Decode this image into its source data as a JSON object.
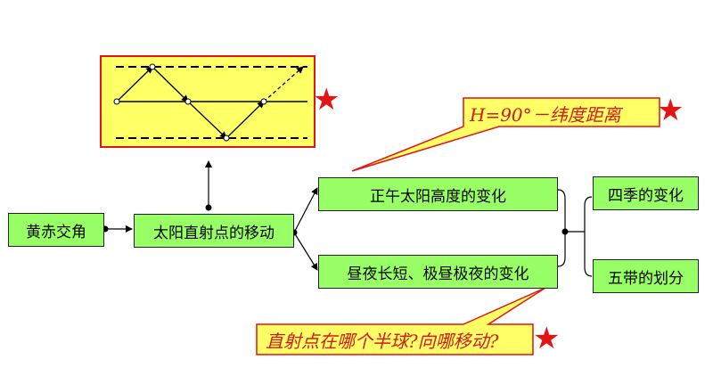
{
  "colors": {
    "box_fill": "#99ff66",
    "callout_fill": "#ffff66",
    "callout_border": "#e31414",
    "callout_text": "#d41818",
    "star": "#e31414"
  },
  "boxes": {
    "ecliptic": "黄赤交角",
    "subsolar": "太阳直射点的移动",
    "noon_altitude": "正午太阳高度的变化",
    "day_length": "昼夜长短、极昼极夜的变化",
    "seasons": "四季的变化",
    "zones": "五带的划分"
  },
  "callouts": {
    "formula": "H=90°－纬度距离",
    "question": "直射点在哪个半球?向哪移动?"
  },
  "star_glyph": "★"
}
